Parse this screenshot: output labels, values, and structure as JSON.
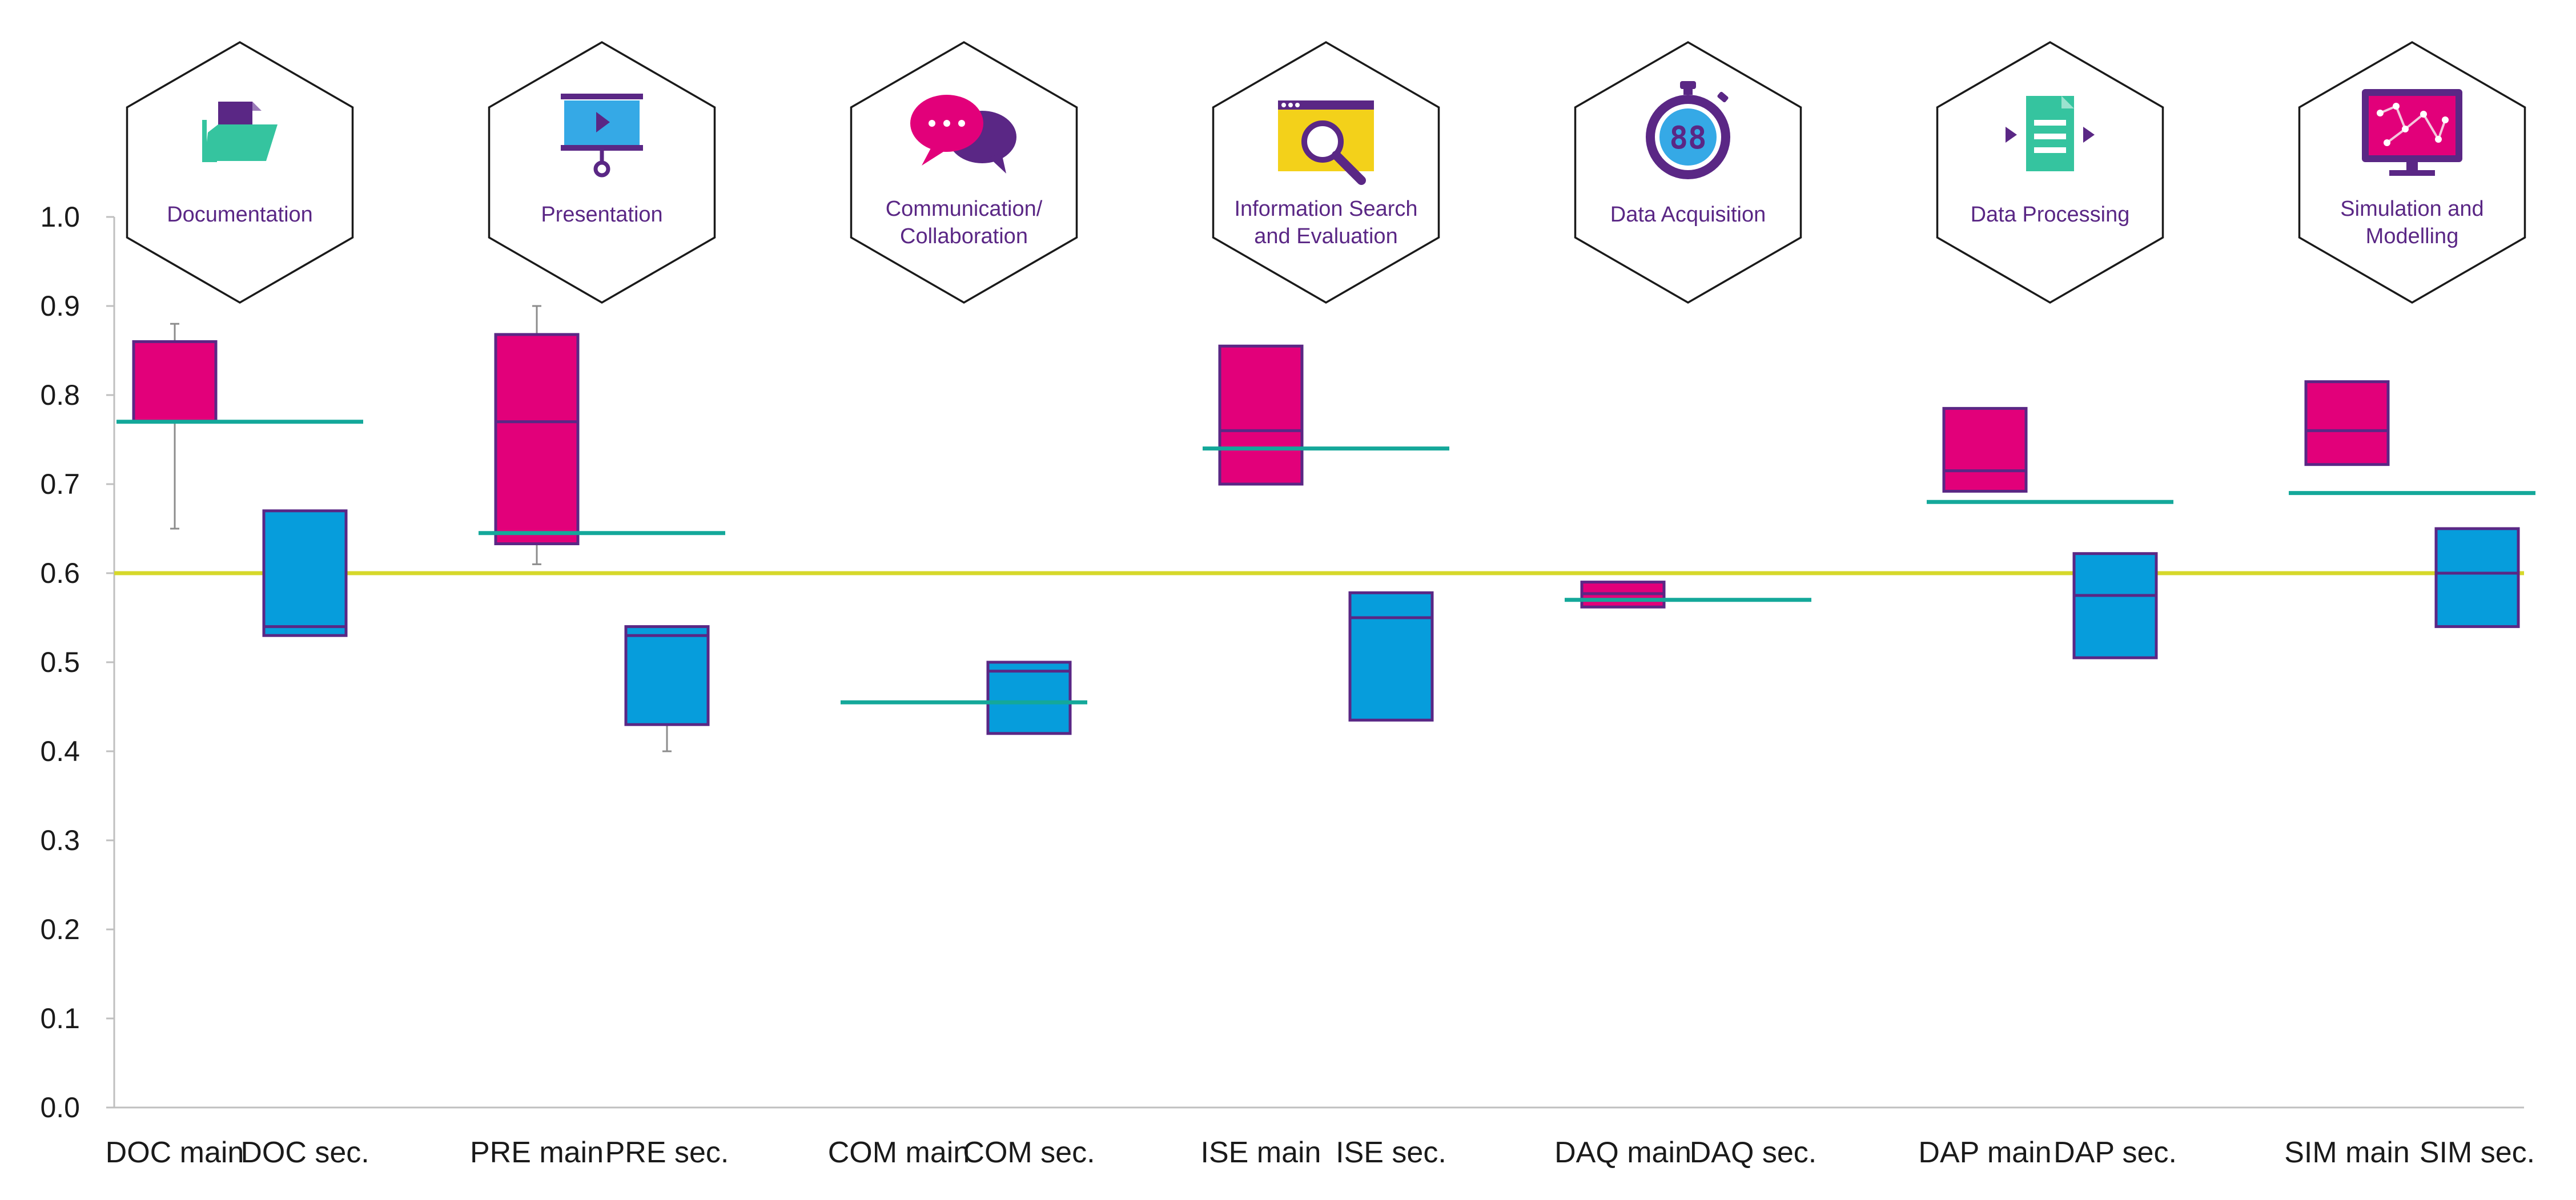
{
  "colors": {
    "main": "#e2007a",
    "secondary": "#069ddc",
    "box_outline": "#5a2785",
    "reference_line": "#d6d82a",
    "group_line": "#14a89a",
    "whisker": "#8c8c8c",
    "axis": "#bfbfbf",
    "icon_purple": "#5a2785",
    "icon_teal": "#35c49f",
    "icon_blue": "#35a9e6",
    "icon_yellow": "#f3d11a"
  },
  "chart_data": {
    "type": "boxplot",
    "title": "",
    "xlabel": "",
    "ylabel": "",
    "ylim": [
      0,
      1
    ],
    "y_ticks": [
      "0.0",
      "0.1",
      "0.2",
      "0.3",
      "0.4",
      "0.5",
      "0.6",
      "0.7",
      "0.8",
      "0.9",
      "1.0"
    ],
    "grid": false,
    "reference_line": 0.6,
    "groups": [
      {
        "code": "DOC",
        "name": "Documentation",
        "name_lines": [
          "Documentation"
        ],
        "icon": "folder-icon",
        "group_line": 0.77,
        "boxes": [
          {
            "label": "DOC main",
            "series": "main",
            "q1": 0.77,
            "median": 0.77,
            "q3": 0.86,
            "whisker_low": 0.65,
            "whisker_high": 0.88
          },
          {
            "label": "DOC sec.",
            "series": "secondary",
            "q1": 0.53,
            "median": 0.54,
            "q3": 0.67,
            "whisker_low": null,
            "whisker_high": null
          }
        ]
      },
      {
        "code": "PRE",
        "name": "Presentation",
        "name_lines": [
          "Presentation"
        ],
        "icon": "presentation-screen-icon",
        "group_line": 0.645,
        "boxes": [
          {
            "label": "PRE main",
            "series": "main",
            "q1": 0.633,
            "median": 0.77,
            "q3": 0.868,
            "whisker_low": 0.61,
            "whisker_high": 0.9
          },
          {
            "label": "PRE sec.",
            "series": "secondary",
            "q1": 0.43,
            "median": 0.53,
            "q3": 0.54,
            "whisker_low": 0.4,
            "whisker_high": null
          }
        ]
      },
      {
        "code": "COM",
        "name": "Communication/ Collaboration",
        "name_lines": [
          "Communication/",
          "Collaboration"
        ],
        "icon": "chat-bubbles-icon",
        "group_line": 0.455,
        "boxes": [
          {
            "label": "COM main",
            "series": "main",
            "q1": null,
            "median": null,
            "q3": null,
            "whisker_low": null,
            "whisker_high": null
          },
          {
            "label": "COM sec.",
            "series": "secondary",
            "q1": 0.42,
            "median": 0.49,
            "q3": 0.5,
            "whisker_low": null,
            "whisker_high": null
          }
        ]
      },
      {
        "code": "ISE",
        "name": "Information Search and Evaluation",
        "name_lines": [
          "Information Search",
          "and Evaluation"
        ],
        "icon": "browser-search-icon",
        "group_line": 0.74,
        "boxes": [
          {
            "label": "ISE main",
            "series": "main",
            "q1": 0.7,
            "median": 0.76,
            "q3": 0.855,
            "whisker_low": null,
            "whisker_high": null
          },
          {
            "label": "ISE sec.",
            "series": "secondary",
            "q1": 0.435,
            "median": 0.55,
            "q3": 0.578,
            "whisker_low": null,
            "whisker_high": null
          }
        ]
      },
      {
        "code": "DAQ",
        "name": "Data Acquisition",
        "name_lines": [
          "Data Acquisition"
        ],
        "icon": "stopwatch-icon",
        "group_line": 0.57,
        "boxes": [
          {
            "label": "DAQ main",
            "series": "main",
            "q1": 0.562,
            "median": 0.577,
            "q3": 0.59,
            "whisker_low": null,
            "whisker_high": null
          },
          {
            "label": "DAQ sec.",
            "series": "secondary",
            "q1": null,
            "median": null,
            "q3": null,
            "whisker_low": null,
            "whisker_high": null
          }
        ]
      },
      {
        "code": "DAP",
        "name": "Data Processing",
        "name_lines": [
          "Data Processing"
        ],
        "icon": "document-process-icon",
        "group_line": 0.68,
        "boxes": [
          {
            "label": "DAP main",
            "series": "main",
            "q1": 0.692,
            "median": 0.715,
            "q3": 0.785,
            "whisker_low": null,
            "whisker_high": null
          },
          {
            "label": "DAP sec.",
            "series": "secondary",
            "q1": 0.505,
            "median": 0.575,
            "q3": 0.622,
            "whisker_low": null,
            "whisker_high": null
          }
        ]
      },
      {
        "code": "SIM",
        "name": "Simulation and Modelling",
        "name_lines": [
          "Simulation and",
          "Modelling"
        ],
        "icon": "monitor-graph-icon",
        "group_line": 0.69,
        "boxes": [
          {
            "label": "SIM main",
            "series": "main",
            "q1": 0.722,
            "median": 0.76,
            "q3": 0.815,
            "whisker_low": null,
            "whisker_high": null
          },
          {
            "label": "SIM sec.",
            "series": "secondary",
            "q1": 0.54,
            "median": 0.6,
            "q3": 0.65,
            "whisker_low": null,
            "whisker_high": null
          }
        ]
      }
    ]
  }
}
